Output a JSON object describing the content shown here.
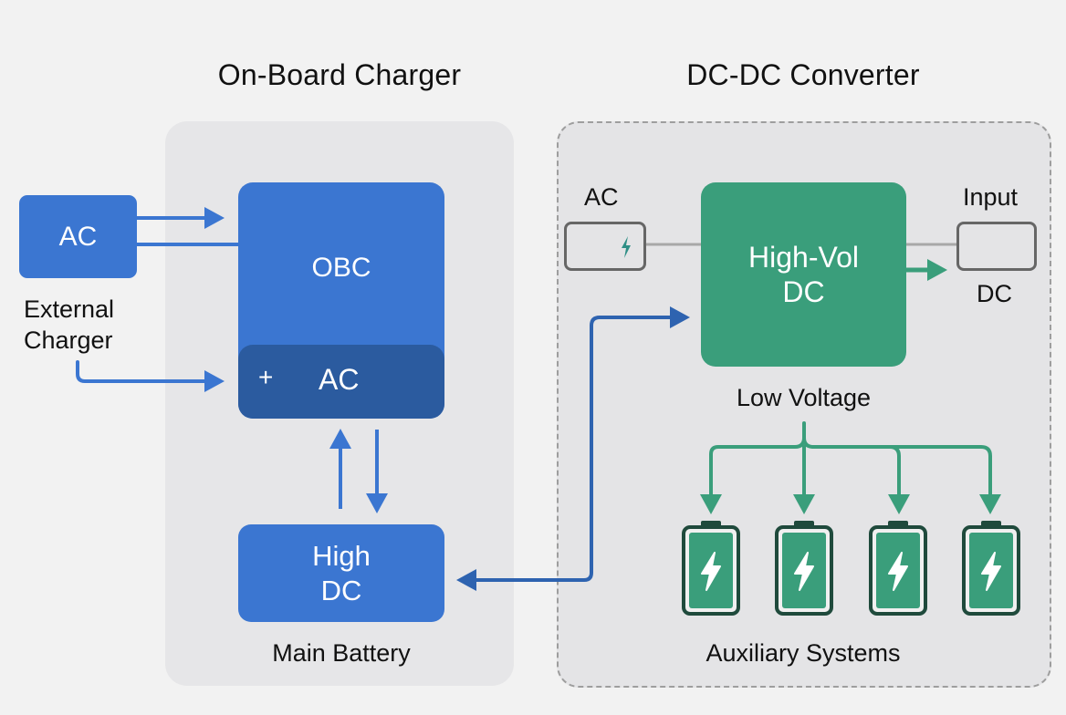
{
  "titles": {
    "left": "On-Board Charger",
    "right": "DC-DC Converter"
  },
  "obc": {
    "external_box_label": "AC",
    "external_caption_line1": "External",
    "external_caption_line2": "Charger",
    "obc_label": "OBC",
    "ac_section_plus": "+",
    "ac_section_label": "AC",
    "battery_line1": "High",
    "battery_line2": "DC",
    "battery_caption": "Main Battery"
  },
  "dcdc": {
    "ac_label": "AC",
    "converter_line1": "High-Vol",
    "converter_line2": "DC",
    "input_label": "Input",
    "dc_label": "DC",
    "low_voltage_label": "Low Voltage",
    "aux_caption": "Auxiliary Systems",
    "aux_batteries": [
      {
        "icon": "battery-charging-icon"
      },
      {
        "icon": "battery-charging-icon"
      },
      {
        "icon": "battery-charging-icon"
      },
      {
        "icon": "battery-charging-icon"
      }
    ]
  },
  "colors": {
    "blue": "#3b76d1",
    "dark_blue": "#2b5b9f",
    "arrow_blue": "#3b76d1",
    "link_blue": "#2e63b0",
    "green": "#3a9e7b",
    "dark_green": "#1f4a3c",
    "background": "#f2f2f2"
  }
}
